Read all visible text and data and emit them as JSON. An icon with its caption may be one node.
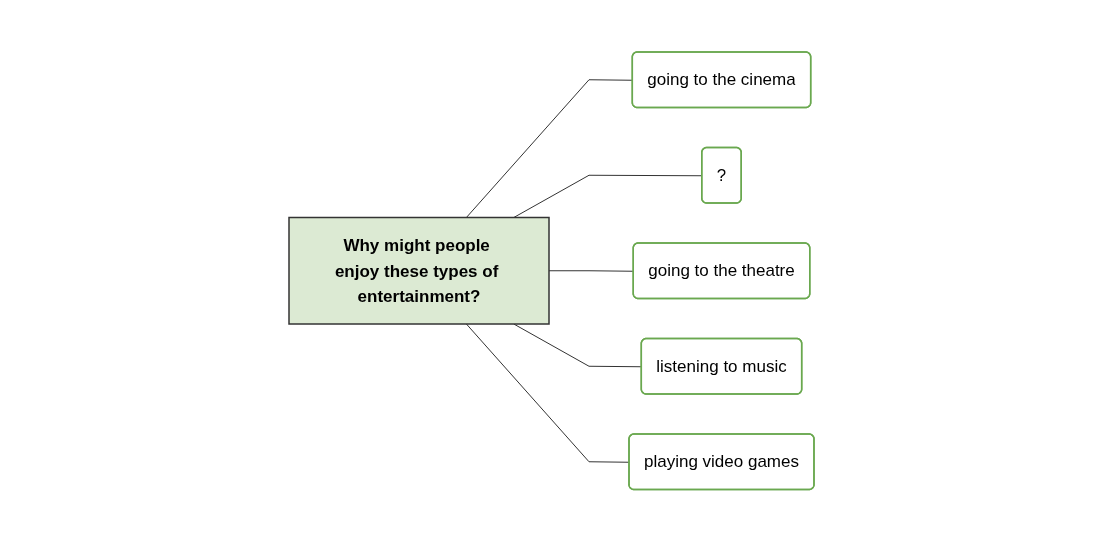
{
  "diagram": {
    "nodes": [
      {
        "text": [
          "going to the cinema"
        ]
      },
      {
        "text": [
          "?"
        ]
      },
      {
        "text": [
          "Why might people enjoy these types of entertainment?"
        ]
      },
      {
        "text": [
          "going to the theatre"
        ]
      },
      {
        "text": [
          "listening to music"
        ]
      },
      {
        "text": [
          "playing video games"
        ]
      }
    ],
    "edges": [
      {
        "from": 2,
        "to": 0,
        "arrow": "none"
      },
      {
        "from": 2,
        "to": 1,
        "arrow": "none"
      },
      {
        "from": 2,
        "to": 3,
        "arrow": "none"
      },
      {
        "from": 2,
        "to": 4,
        "arrow": "none"
      },
      {
        "from": 2,
        "to": 5,
        "arrow": "none"
      }
    ]
  }
}
